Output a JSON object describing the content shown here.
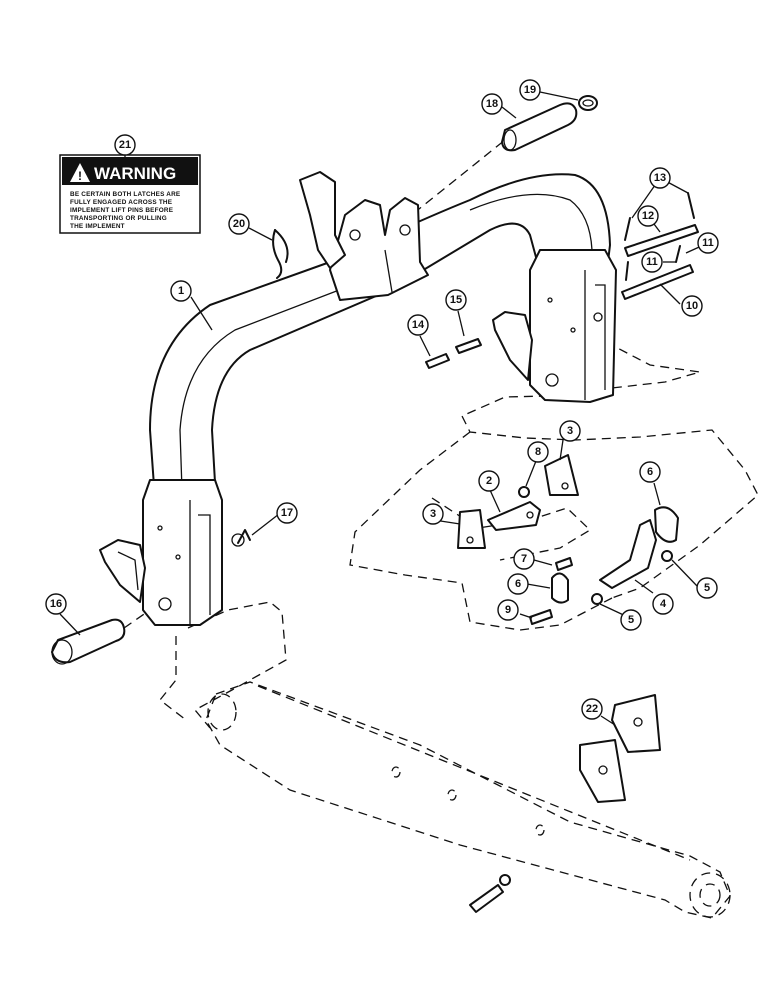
{
  "warning_decal": {
    "title": "WARNING",
    "lines": [
      "BE CERTAIN BOTH LATCHES ARE",
      "FULLY ENGAGED ACROSS THE",
      "IMPLEMENT LIFT PINS BEFORE",
      "TRANSPORTING OR PULLING",
      "THE IMPLEMENT"
    ]
  },
  "callouts": [
    {
      "id": "c1",
      "label": "1"
    },
    {
      "id": "c2",
      "label": "2"
    },
    {
      "id": "c3a",
      "label": "3"
    },
    {
      "id": "c3b",
      "label": "3"
    },
    {
      "id": "c4",
      "label": "4"
    },
    {
      "id": "c5a",
      "label": "5"
    },
    {
      "id": "c5b",
      "label": "5"
    },
    {
      "id": "c6a",
      "label": "6"
    },
    {
      "id": "c6b",
      "label": "6"
    },
    {
      "id": "c7",
      "label": "7"
    },
    {
      "id": "c8",
      "label": "8"
    },
    {
      "id": "c9",
      "label": "9"
    },
    {
      "id": "c10",
      "label": "10"
    },
    {
      "id": "c11a",
      "label": "11"
    },
    {
      "id": "c11b",
      "label": "11"
    },
    {
      "id": "c12",
      "label": "12"
    },
    {
      "id": "c13",
      "label": "13"
    },
    {
      "id": "c14",
      "label": "14"
    },
    {
      "id": "c15",
      "label": "15"
    },
    {
      "id": "c16",
      "label": "16"
    },
    {
      "id": "c17",
      "label": "17"
    },
    {
      "id": "c18",
      "label": "18"
    },
    {
      "id": "c19",
      "label": "19"
    },
    {
      "id": "c20",
      "label": "20"
    },
    {
      "id": "c21",
      "label": "21"
    },
    {
      "id": "c22",
      "label": "22"
    }
  ]
}
